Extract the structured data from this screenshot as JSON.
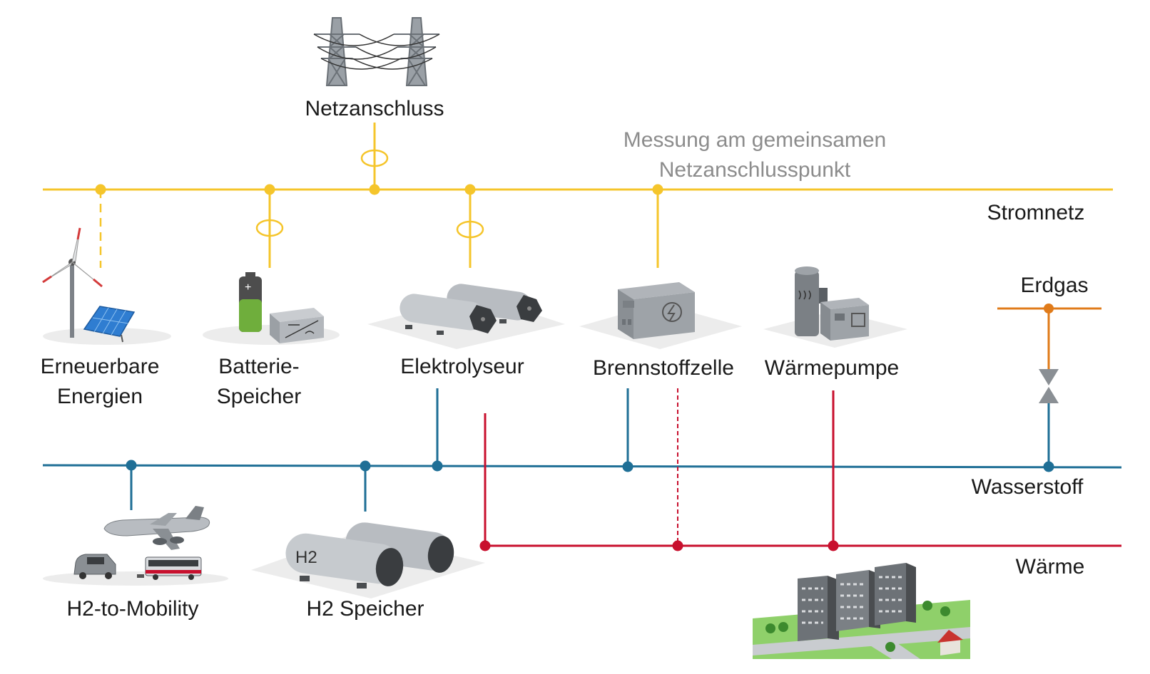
{
  "colors": {
    "strom": "#f5c52b",
    "gas": "#e07b1a",
    "wasserstoff": "#1f6f96",
    "waerme": "#c8102e",
    "text": "#1a1a1a",
    "annotation": "#8c8c8c"
  },
  "grid_connection": {
    "label": "Netzanschluss"
  },
  "measurement_note": {
    "line1": "Messung am gemeinsamen",
    "line2": "Netzanschlusspunkt"
  },
  "networks": {
    "strom": "Stromnetz",
    "erdgas": "Erdgas",
    "wasserstoff": "Wasserstoff",
    "waerme": "Wärme"
  },
  "components": {
    "erneuerbare": {
      "line1": "Erneuerbare",
      "line2": "Energien",
      "icon": "wind-solar-icon"
    },
    "batterie": {
      "line1": "Batterie-",
      "line2": "Speicher",
      "icon": "battery-storage-icon"
    },
    "elektrolyseur": {
      "label": "Elektrolyseur",
      "icon": "electrolyzer-icon"
    },
    "brennstoffzelle": {
      "label": "Brennstoffzelle",
      "icon": "fuel-cell-icon"
    },
    "waermepumpe": {
      "label": "Wärmepumpe",
      "icon": "heat-pump-icon"
    },
    "mobility": {
      "label": "H2-to-Mobility",
      "icon": "vehicles-icon"
    },
    "h2speicher": {
      "label": "H2 Speicher",
      "icon": "h2-tank-icon"
    },
    "h2_tank_marking": "H2",
    "buildings": {
      "icon": "city-buildings-icon"
    }
  }
}
